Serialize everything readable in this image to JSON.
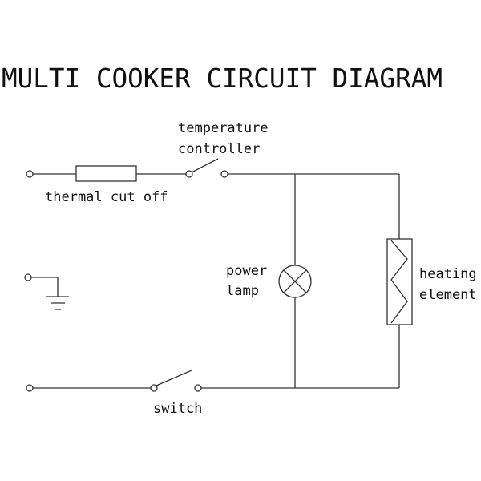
{
  "diagram": {
    "title": "MULTI COOKER CIRCUIT DIAGRAM",
    "labels": {
      "temperature_line1": "temperature",
      "temperature_line2": "controller",
      "thermal_cut_off": "thermal cut off",
      "power_line1": "power",
      "power_line2": "lamp",
      "heating_line1": "heating",
      "heating_line2": "element",
      "switch": "switch"
    }
  }
}
